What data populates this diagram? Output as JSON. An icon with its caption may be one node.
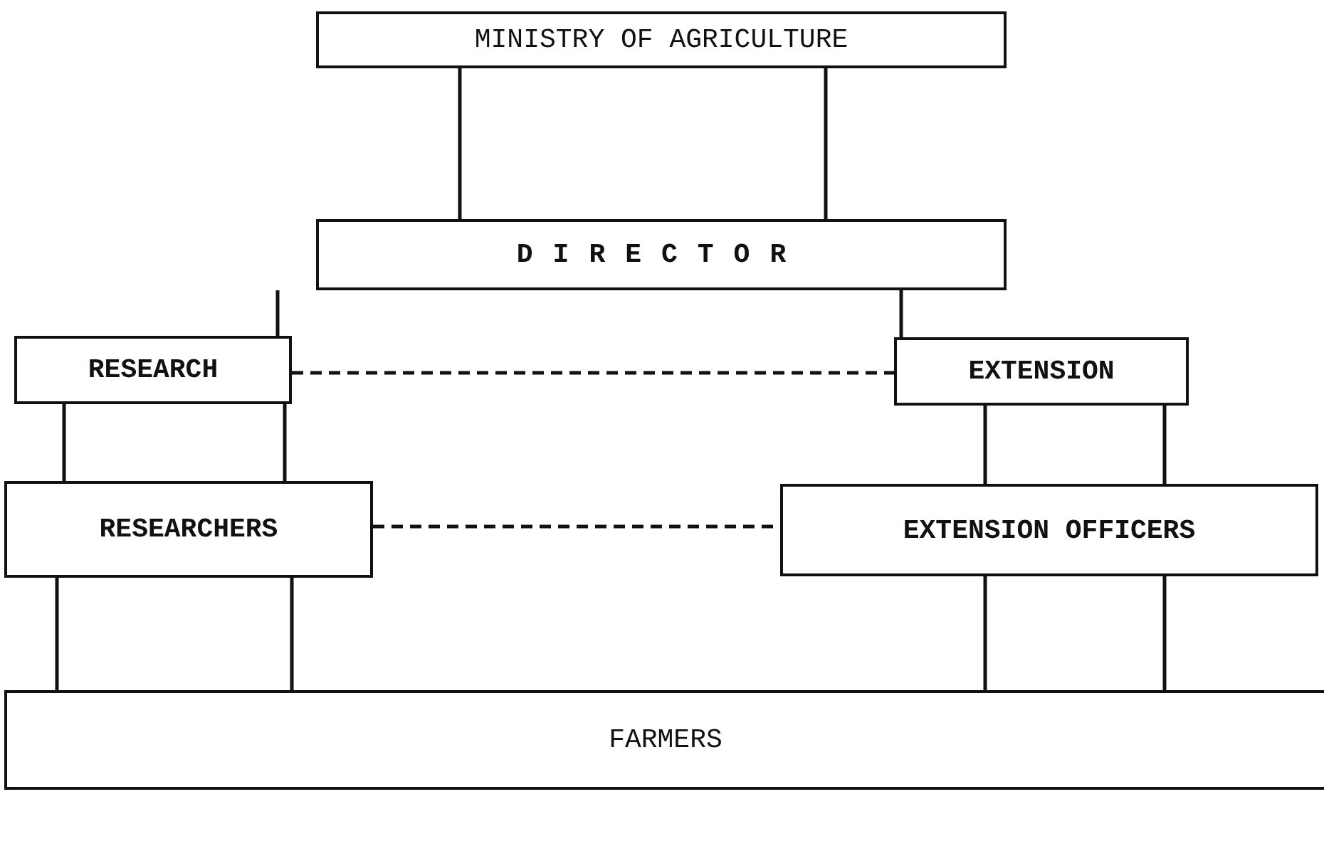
{
  "diagram": {
    "nodes": [
      {
        "text": [
          "MINISTRY OF AGRICULTURE"
        ]
      },
      {
        "text": [
          "DIRECTOR"
        ]
      },
      {
        "text": [
          "RESEARCH"
        ]
      },
      {
        "text": [
          "EXTENSION"
        ]
      },
      {
        "text": [
          "RESEARCHERS"
        ]
      },
      {
        "text": [
          "EXTENSION OFFICERS"
        ]
      },
      {
        "text": [
          "FARMERS"
        ]
      }
    ],
    "edges": [
      {
        "from": 0,
        "to": 1,
        "arrow": "none"
      },
      {
        "from": 0,
        "to": 1,
        "arrow": "none"
      },
      {
        "from": 1,
        "to": 2,
        "arrow": "none"
      },
      {
        "from": 1,
        "to": 3,
        "arrow": "none"
      },
      {
        "from": 2,
        "to": 3,
        "arrow": "none",
        "style": "dashed"
      },
      {
        "from": 2,
        "to": 4,
        "arrow": "none"
      },
      {
        "from": 2,
        "to": 4,
        "arrow": "none"
      },
      {
        "from": 3,
        "to": 5,
        "arrow": "none"
      },
      {
        "from": 3,
        "to": 5,
        "arrow": "none"
      },
      {
        "from": 4,
        "to": 5,
        "arrow": "none",
        "style": "dashed"
      },
      {
        "from": 4,
        "to": 6,
        "arrow": "none"
      },
      {
        "from": 4,
        "to": 6,
        "arrow": "none"
      },
      {
        "from": 5,
        "to": 6,
        "arrow": "none"
      },
      {
        "from": 5,
        "to": 6,
        "arrow": "none"
      }
    ]
  }
}
